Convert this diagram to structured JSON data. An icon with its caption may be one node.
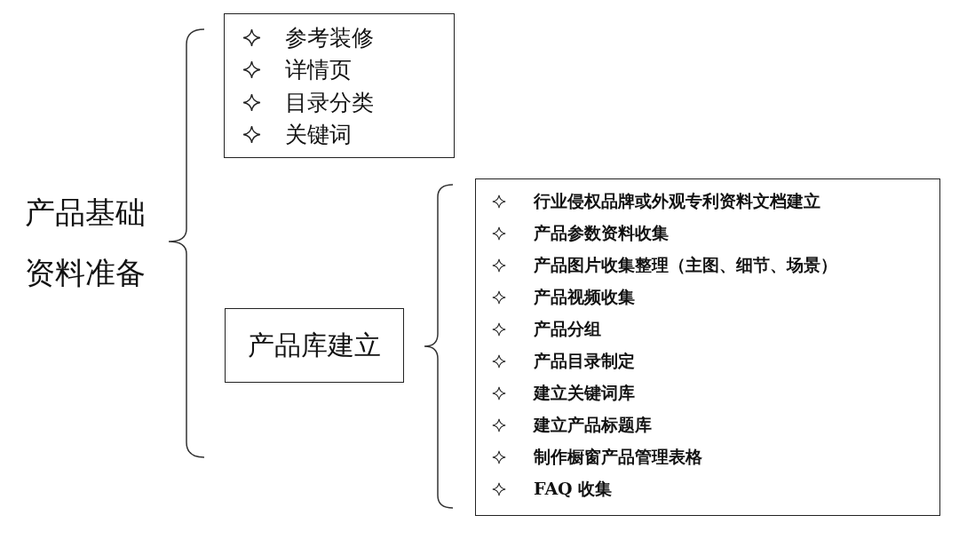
{
  "diagram": {
    "nodes": [
      {
        "text": [
          "产品基础资料准备"
        ]
      },
      {
        "text": [
          "参考装修",
          "详情页",
          "目录分类",
          "关键词"
        ]
      },
      {
        "text": [
          "产品库建立"
        ]
      },
      {
        "text": [
          "行业侵权品牌或外观专利资料文档建立",
          "产品参数资料收集",
          "产品图片收集整理（主图、细节、场景）",
          "产品视频收集",
          "产品分组",
          "产品目录制定",
          "建立关键词库",
          "建立产品标题库",
          "制作橱窗产品管理表格",
          "FAQ 收集"
        ]
      }
    ],
    "edges": []
  }
}
